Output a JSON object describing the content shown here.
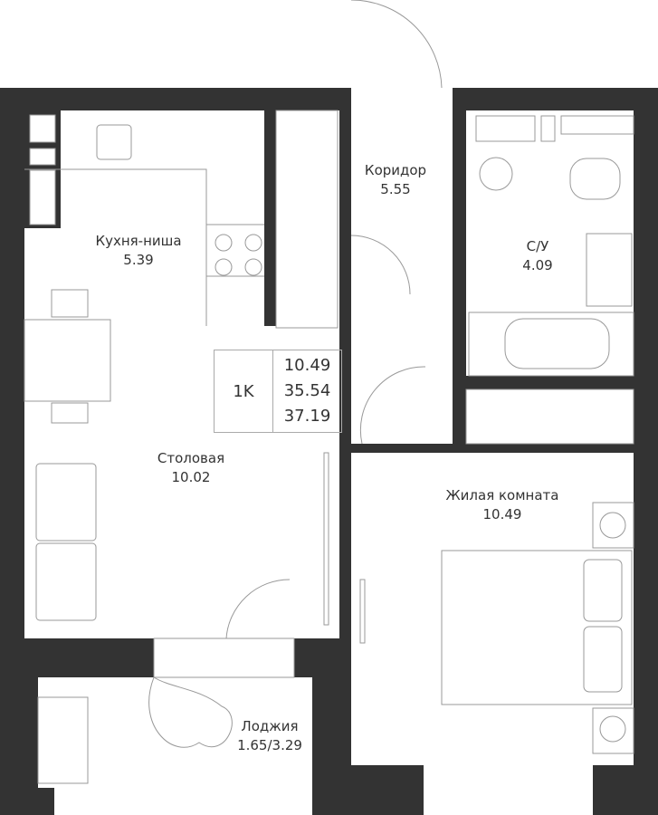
{
  "summary": {
    "rooms": "1K",
    "living_area": "10.49",
    "total_area": "35.54",
    "total_area_with_loggia": "37.19"
  },
  "rooms": [
    {
      "name": "Кухня-ниша",
      "area": "5.39"
    },
    {
      "name": "Коридор",
      "area": "5.55"
    },
    {
      "name": "С/У",
      "area": "4.09"
    },
    {
      "name": "Столовая",
      "area": "10.02"
    },
    {
      "name": "Жилая комната",
      "area": "10.49"
    },
    {
      "name": "Лоджия",
      "area": "1.65/3.29"
    }
  ],
  "colors": {
    "wall": "#333333",
    "line": "#999999"
  }
}
